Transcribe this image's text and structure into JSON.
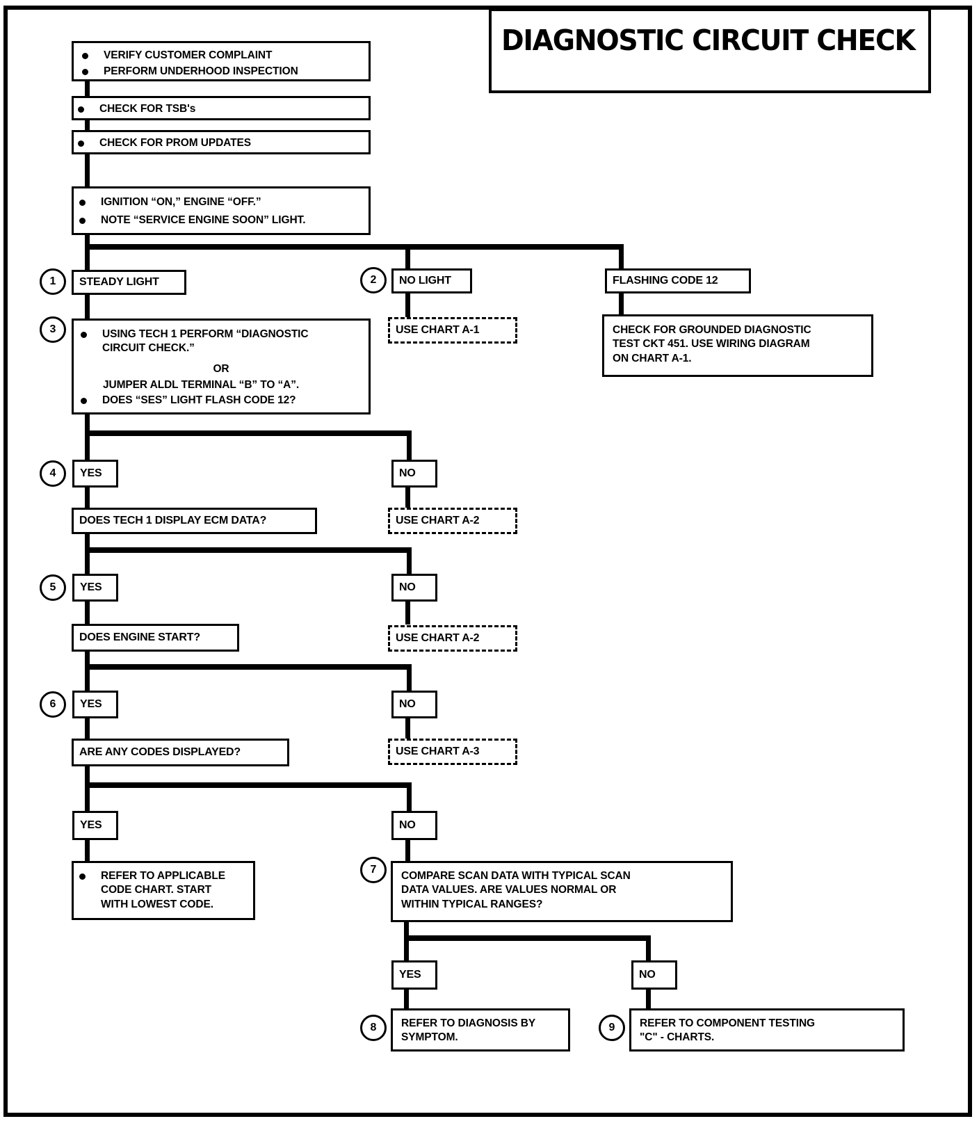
{
  "title": "DIAGNOSTIC CIRCUIT CHECK",
  "steps": {
    "s1": "1",
    "s2": "2",
    "s3": "3",
    "s4": "4",
    "s5": "5",
    "s6": "6",
    "s7": "7",
    "s8": "8",
    "s9": "9"
  },
  "boxes": {
    "verify_complaint": "VERIFY CUSTOMER COMPLAINT",
    "underhood_inspection": "PERFORM UNDERHOOD INSPECTION",
    "check_tsb": "CHECK FOR TSB's",
    "check_prom": "CHECK FOR PROM UPDATES",
    "ignition_on": "IGNITION “ON,” ENGINE  “OFF.”",
    "note_ses": "NOTE “SERVICE ENGINE SOON” LIGHT.",
    "steady_light": "STEADY LIGHT",
    "no_light": "NO LIGHT",
    "flashing_code_12": "FLASHING CODE 12",
    "use_chart_a1": "USE CHART A-1",
    "grounded_diagnostic": "CHECK FOR GROUNDED DIAGNOSTIC\nTEST CKT 451.  USE WIRING DIAGRAM\nON CHART A-1.",
    "tech1_perform": "USING TECH 1 PERFORM “DIAGNOSTIC\nCIRCUIT CHECK.”",
    "tech1_or": "OR",
    "jumper_aldl": "JUMPER ALDL TERMINAL “B” TO “A”.",
    "ses_flash_code12": "DOES “SES” LIGHT FLASH CODE 12?",
    "yes_4": "YES",
    "no_4": "NO",
    "ecm_data": "DOES TECH 1 DISPLAY ECM DATA?",
    "use_chart_a2_first": "USE CHART A-2",
    "yes_5": "YES",
    "no_5": "NO",
    "engine_start": "DOES ENGINE START?",
    "use_chart_a2_second": "USE CHART A-2",
    "yes_6": "YES",
    "no_6": "NO",
    "codes_displayed": "ARE ANY CODES DISPLAYED?",
    "use_chart_a3": "USE CHART A-3",
    "yes_codes": "YES",
    "no_codes": "NO",
    "refer_code_chart": "REFER TO APPLICABLE\nCODE CHART. START\nWITH LOWEST CODE.",
    "compare_scan": "COMPARE SCAN DATA WITH TYPICAL  SCAN\nDATA VALUES.  ARE VALUES  NORMAL OR\nWITHIN TYPICAL RANGES?",
    "yes_7": "YES",
    "no_7": "NO",
    "refer_symptom": "REFER TO DIAGNOSIS BY\nSYMPTOM.",
    "refer_component": "REFER TO COMPONENT TESTING\n\"C\" - CHARTS."
  },
  "colors": {
    "ink": "#000000",
    "paper": "#ffffff"
  }
}
